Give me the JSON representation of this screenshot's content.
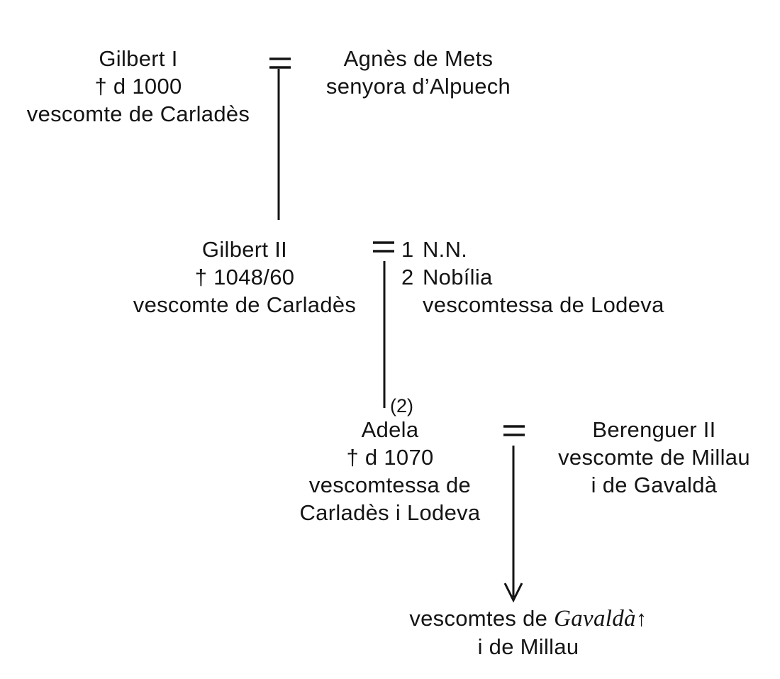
{
  "gilbert_1": {
    "name": "Gilbert I",
    "dates": "† d 1000",
    "title": "vescomte de Carladès"
  },
  "agnes": {
    "name": "Agnès de Mets",
    "title": "senyora d’Alpuech"
  },
  "gilbert_2": {
    "name": "Gilbert II",
    "dates": "† 1048/60",
    "title": "vescomte de Carladès"
  },
  "spouses_gilbert_2": {
    "first_number": "1",
    "first_name": "N.N.",
    "second_number": "2",
    "second_name": "Nobília",
    "second_title": "vescomtessa de Lodeva"
  },
  "marriage_marker": "(2)",
  "adela": {
    "name": "Adela",
    "dates": "† d 1070",
    "title_line1": "vescomtessa de",
    "title_line2": "Carladès i Lodeva"
  },
  "berenguer": {
    "name": "Berenguer II",
    "title_line1": "vescomte de Millau",
    "title_line2": "i de Gavaldà"
  },
  "descendants": {
    "prefix": "vescomtes de ",
    "place": "Gavaldà",
    "arrow": "↑",
    "line2": "i de Millau"
  },
  "colors": {
    "ink": "#141414",
    "paper": "#ffffff"
  }
}
